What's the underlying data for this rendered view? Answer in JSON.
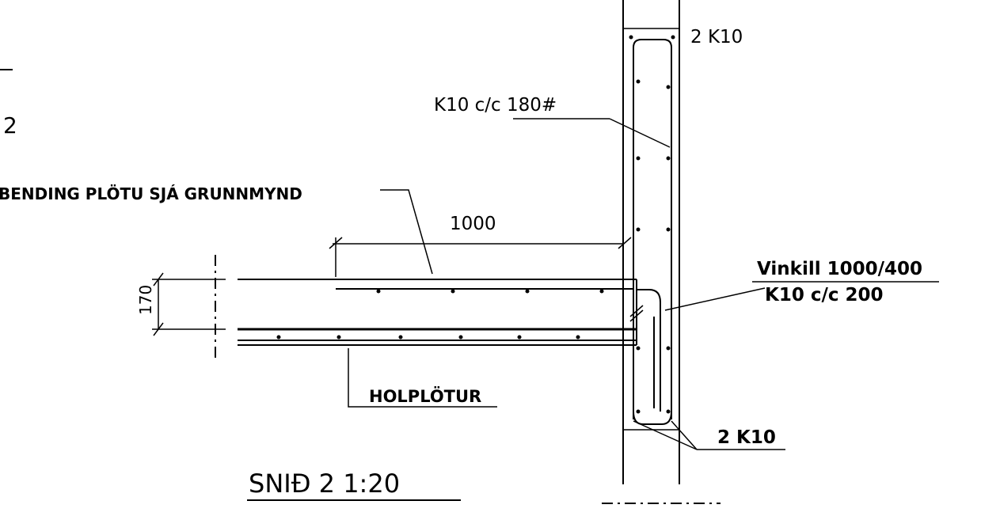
{
  "labels": {
    "left_number": "2",
    "note_reinforcement": "BENDING PLÖTU SJÁ GRUNNMYND",
    "dimension_1000": "1000",
    "dimension_170": "170",
    "wall_top_rebar": "2 K10",
    "wall_stirrups": "K10 c/c 180#",
    "angle_label_1": "Vinkill 1000/400",
    "angle_label_2": "K10 c/c 200",
    "slab_type": "HOLPLÖTUR",
    "bottom_rebar": "2 K10",
    "section_title": "SNIÐ 2 1:20"
  }
}
